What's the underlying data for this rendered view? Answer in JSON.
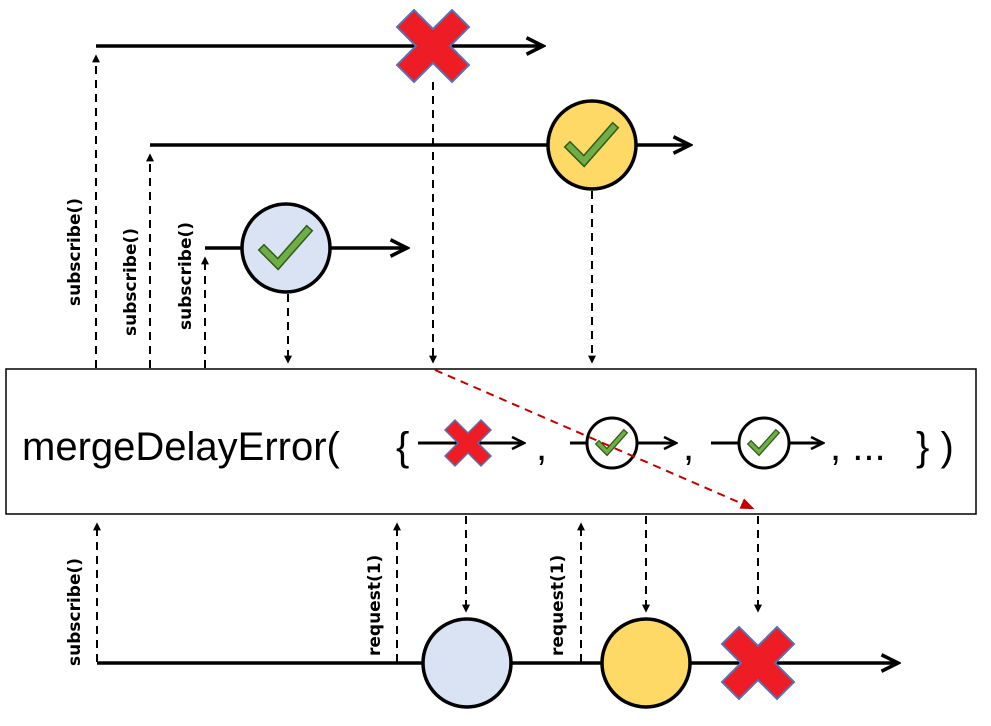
{
  "operator": {
    "name": "mergeDelayError(",
    "open_brace": "{",
    "separator": ",",
    "ellipsis": ", ...",
    "close": "} )"
  },
  "labels": {
    "subscribe_1": "subscribe()",
    "subscribe_2": "subscribe()",
    "subscribe_3": "subscribe()",
    "subscribe_out": "subscribe()",
    "request_1": "request(1)",
    "request_2": "request(1)"
  },
  "colors": {
    "error": "#ee1c24",
    "error_outline": "#5b6fb3",
    "success_yellow": "#ffd966",
    "success_blue": "#dae3f3",
    "check": "#70ad47",
    "delayed_error_arrow": "#c00000"
  },
  "sources": [
    {
      "id": "source-1",
      "terminal": "error"
    },
    {
      "id": "source-2",
      "terminal": "complete",
      "color": "yellow"
    },
    {
      "id": "source-3",
      "terminal": "complete",
      "color": "blue"
    }
  ],
  "output": {
    "events": [
      {
        "type": "item",
        "color": "blue"
      },
      {
        "type": "item",
        "color": "yellow"
      },
      {
        "type": "error"
      }
    ]
  }
}
